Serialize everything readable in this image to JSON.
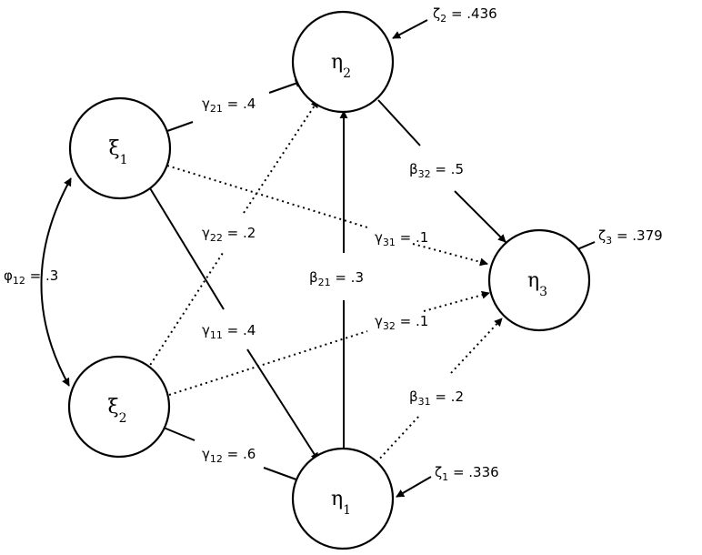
{
  "nodes": {
    "xi1": {
      "symbol": "ξ",
      "sub": "1"
    },
    "xi2": {
      "symbol": "ξ",
      "sub": "2"
    },
    "eta1": {
      "symbol": "η",
      "sub": "1"
    },
    "eta2": {
      "symbol": "η",
      "sub": "2"
    },
    "eta3": {
      "symbol": "η",
      "sub": "3"
    }
  },
  "paths": {
    "phi12": {
      "sym": "φ",
      "sub": "12",
      "value": " = .3"
    },
    "gamma21": {
      "sym": "γ",
      "sub": "21",
      "value": " = .4"
    },
    "gamma22": {
      "sym": "γ",
      "sub": "22",
      "value": " = .2"
    },
    "gamma11": {
      "sym": "γ",
      "sub": "11",
      "value": " = .4"
    },
    "gamma12": {
      "sym": "γ",
      "sub": "12",
      "value": " = .6"
    },
    "gamma31": {
      "sym": "γ",
      "sub": "31",
      "value": " = .1"
    },
    "gamma32": {
      "sym": "γ",
      "sub": "32",
      "value": " = .1"
    },
    "beta21": {
      "sym": "β",
      "sub": "21",
      "value": " = .3"
    },
    "beta32": {
      "sym": "β",
      "sub": "32",
      "value": " = .5"
    },
    "beta31": {
      "sym": "β",
      "sub": "31",
      "value": " = .2"
    }
  },
  "disturbances": {
    "zeta1": {
      "sym": "ζ",
      "sub": "1",
      "value": " = .336"
    },
    "zeta2": {
      "sym": "ζ",
      "sub": "2",
      "value": " = .436"
    },
    "zeta3": {
      "sym": "ζ",
      "sub": "3",
      "value": " = .379"
    }
  }
}
